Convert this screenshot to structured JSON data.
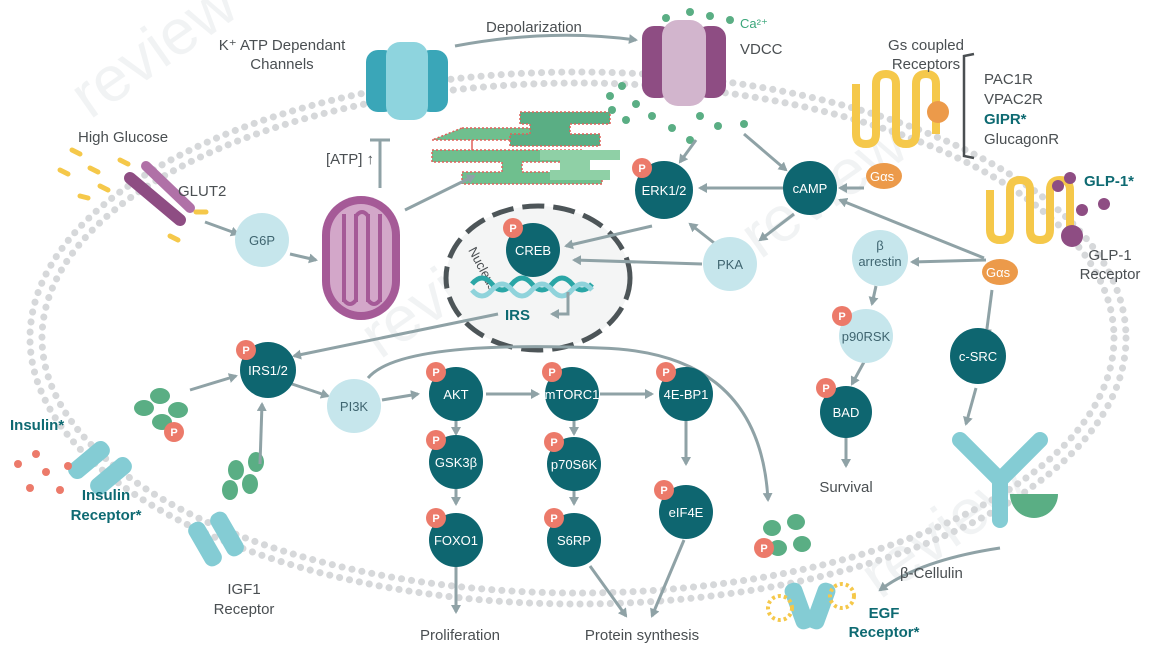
{
  "labels": {
    "katp": "K⁺ ATP Dependant",
    "katp2": "Channels",
    "depolarization": "Depolarization",
    "ca": "Ca²⁺",
    "vdcc": "VDCC",
    "gs_coupled": "Gs coupled",
    "gs_receptors": "Receptors",
    "pac1r": "PAC1R",
    "vpac2r": "VPAC2R",
    "gipr": "GIPR*",
    "glucagonr": "GlucagonR",
    "high_glucose": "High Glucose",
    "glut2": "GLUT2",
    "atp": "[ATP] ↑",
    "glp1": "GLP-1*",
    "glp1r": "GLP-1",
    "glp1r2": "Receptor",
    "nucleus": "Nucleus",
    "irs": "IRS",
    "insulin": "Insulin*",
    "insulin_r": "Insulin",
    "insulin_r2": "Receptor*",
    "igf1r": "IGF1",
    "igf1r2": "Receptor",
    "survival": "Survival",
    "proliferation": "Proliferation",
    "protein_synthesis": "Protein synthesis",
    "betacellulin": "β-Cellulin",
    "egf": "EGF",
    "egf2": "Receptor*",
    "gas": "Gαs",
    "p": "P"
  },
  "nodes": {
    "g6p": "G6P",
    "erk": "ERK1/2",
    "camp": "cAMP",
    "creb": "CREB",
    "pka": "PKA",
    "barrestin1": "β",
    "barrestin2": "arrestin",
    "p90rsk": "p90RSK",
    "bad": "BAD",
    "csrc": "c-SRC",
    "irs12": "IRS1/2",
    "pi3k": "PI3K",
    "akt": "AKT",
    "mtorc1": "mTORC1",
    "ebp1": "4E-BP1",
    "gsk3b": "GSK3β",
    "p70s6k": "p70S6K",
    "eif4e": "eIF4E",
    "foxo1": "FOXO1",
    "s6rp": "S6RP"
  },
  "colors": {
    "dark_node": "#0e6670",
    "light_node": "#c6e6ec",
    "arrow": "#8fa2a6",
    "phospho": "#ec7a6a",
    "receptor_green": "#5aae84",
    "receptor_cyan": "#84ccd4",
    "purple": "#8e4d83",
    "yellow": "#f5c84a",
    "membrane": "#d6d8da"
  }
}
